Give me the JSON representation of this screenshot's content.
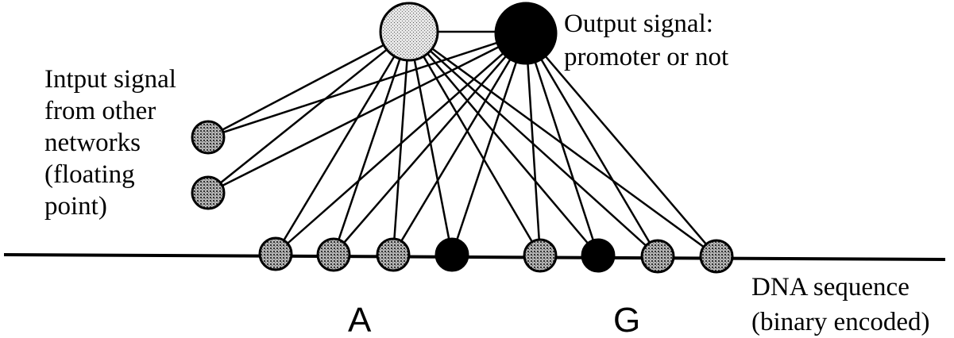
{
  "labels": {
    "input": [
      "Intput signal",
      "from other",
      "networks",
      "(floating",
      "point)"
    ],
    "output": [
      "Output signal:",
      "promoter or not"
    ],
    "dna": [
      "DNA sequence",
      "(binary encoded)"
    ],
    "base_a": "A",
    "base_g": "G"
  },
  "node_kinds": {
    "hidden": "gray",
    "output": "black",
    "input": "gray",
    "dna": [
      "gray",
      "gray",
      "gray",
      "black",
      "gray",
      "black",
      "gray",
      "gray"
    ]
  },
  "colors": {
    "line": "#000000",
    "black_node": "#000000",
    "gray_node_fill": "#9a9a9a",
    "hidden_node_fill": "#cfcfcf",
    "background": "#ffffff"
  }
}
